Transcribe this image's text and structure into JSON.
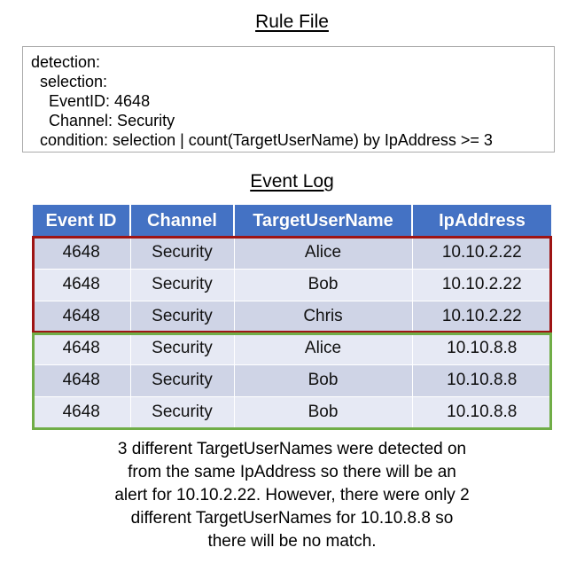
{
  "rule_section": {
    "title": "Rule File",
    "lines": [
      "detection:",
      "  selection:",
      "    EventID: 4648",
      "    Channel: Security",
      "  condition: selection | count(TargetUserName) by IpAddress >= 3"
    ]
  },
  "log_section": {
    "title": "Event Log",
    "columns": [
      "Event ID",
      "Channel",
      "TargetUserName",
      "IpAddress"
    ],
    "rows": [
      {
        "event_id": "4648",
        "channel": "Security",
        "target_user_name": "Alice",
        "ip_address": "10.10.2.22"
      },
      {
        "event_id": "4648",
        "channel": "Security",
        "target_user_name": "Bob",
        "ip_address": "10.10.2.22"
      },
      {
        "event_id": "4648",
        "channel": "Security",
        "target_user_name": "Chris",
        "ip_address": "10.10.2.22"
      },
      {
        "event_id": "4648",
        "channel": "Security",
        "target_user_name": "Alice",
        "ip_address": "10.10.8.8"
      },
      {
        "event_id": "4648",
        "channel": "Security",
        "target_user_name": "Bob",
        "ip_address": "10.10.8.8"
      },
      {
        "event_id": "4648",
        "channel": "Security",
        "target_user_name": "Bob",
        "ip_address": "10.10.8.8"
      }
    ]
  },
  "highlights": {
    "match_group": {
      "color": "#9E1414",
      "rows": [
        1,
        2,
        3
      ]
    },
    "no_match_group": {
      "color": "#70AD47",
      "rows": [
        4,
        5,
        6
      ]
    }
  },
  "caption": {
    "lines": [
      "3 different TargetUserNames were detected on",
      "from the same IpAddress so there will be an",
      "alert for 10.10.2.22. However, there were only 2",
      "different TargetUserNames for 10.10.8.8 so",
      "there will be no match."
    ]
  },
  "colors": {
    "header_blue": "#4472C4",
    "row_dark": "#CFD4E6",
    "row_light": "#E6E9F4",
    "alert_red": "#9E1414",
    "no_match_green": "#70AD47",
    "box_border": "#AAAAAA"
  }
}
